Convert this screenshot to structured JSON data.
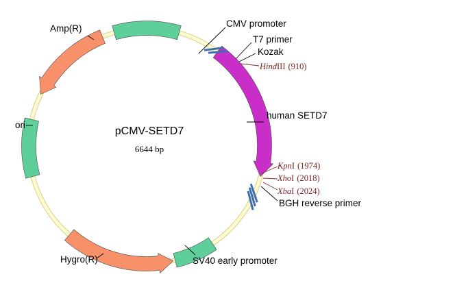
{
  "plasmid": {
    "name": "pCMV-SETD7",
    "size": "6644 bp"
  },
  "colors": {
    "backbone_fill": "#fbfad0",
    "backbone_stroke": "#d8d28a",
    "promoter": "#5fcf9a",
    "resistance": "#f8906a",
    "insert": "#c92ec9",
    "primer": "#3b6fb0",
    "site_text": "#7a1f1f"
  },
  "features": {
    "cmv": {
      "label": "CMV promoter",
      "type": "promoter"
    },
    "t7": {
      "label": "T7 primer",
      "type": "primer"
    },
    "kozak": {
      "label": "Kozak",
      "type": "primer"
    },
    "setd7": {
      "label": "human SETD7",
      "type": "insert",
      "direction": "clockwise"
    },
    "bgh": {
      "label": "BGH reverse primer",
      "type": "primer"
    },
    "sv40": {
      "label": "SV40 early promoter",
      "type": "promoter"
    },
    "hygro": {
      "label": "Hygro(R)",
      "type": "resistance",
      "direction": "counterclockwise"
    },
    "ori": {
      "label": "ori",
      "type": "origin"
    },
    "amp": {
      "label": "Amp(R)",
      "type": "resistance",
      "direction": "counterclockwise"
    }
  },
  "sites": {
    "hindiii": {
      "name": "HindIII",
      "name_italic": "Hind",
      "name_roman": "III",
      "position": "(910)"
    },
    "kpni": {
      "name": "KpnI",
      "name_italic": "Kpn",
      "name_roman": "I",
      "position": "(1974)"
    },
    "xhoi": {
      "name": "XhoI",
      "name_italic": "Xho",
      "name_roman": "I",
      "position": "(2018)"
    },
    "xbai": {
      "name": "XbaI",
      "name_italic": "Xba",
      "name_roman": "I",
      "position": "(2024)"
    }
  }
}
